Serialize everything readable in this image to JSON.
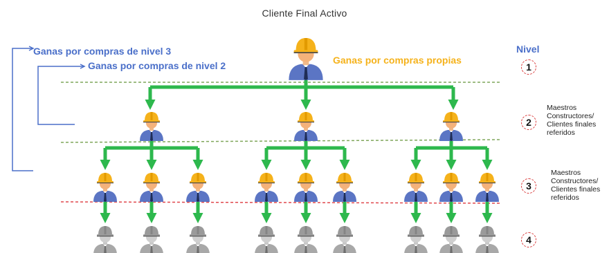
{
  "title": "Cliente Final Activo",
  "labels": {
    "level3_earnings": "Ganas por compras de nivel 3",
    "level2_earnings": "Ganas por compras de nivel 2",
    "own_earnings": "Ganas por compras propias"
  },
  "nivel_header": "Nivel",
  "levels": [
    {
      "number": "1",
      "description": ""
    },
    {
      "number": "2",
      "description": "Maestros\nConstructores/\nClientes finales\nreferidos"
    },
    {
      "number": "3",
      "description": "Maestros\nConstructores/\nClientes finales\nreferidos"
    },
    {
      "number": "4",
      "description": ""
    }
  ],
  "colors": {
    "blue_label": "#4a6fc9",
    "orange_label": "#f5b21b",
    "arrow_green": "#2db84d",
    "divider_green": "#7fa65a",
    "divider_red": "#e0474c",
    "helmet": "#f5b21b",
    "shirt": "#5b75c4",
    "inactive_gray": "#a8a8a8"
  },
  "icons": {
    "active_person": "worker-helmet-icon",
    "inactive_person": "worker-helmet-gray-icon"
  }
}
